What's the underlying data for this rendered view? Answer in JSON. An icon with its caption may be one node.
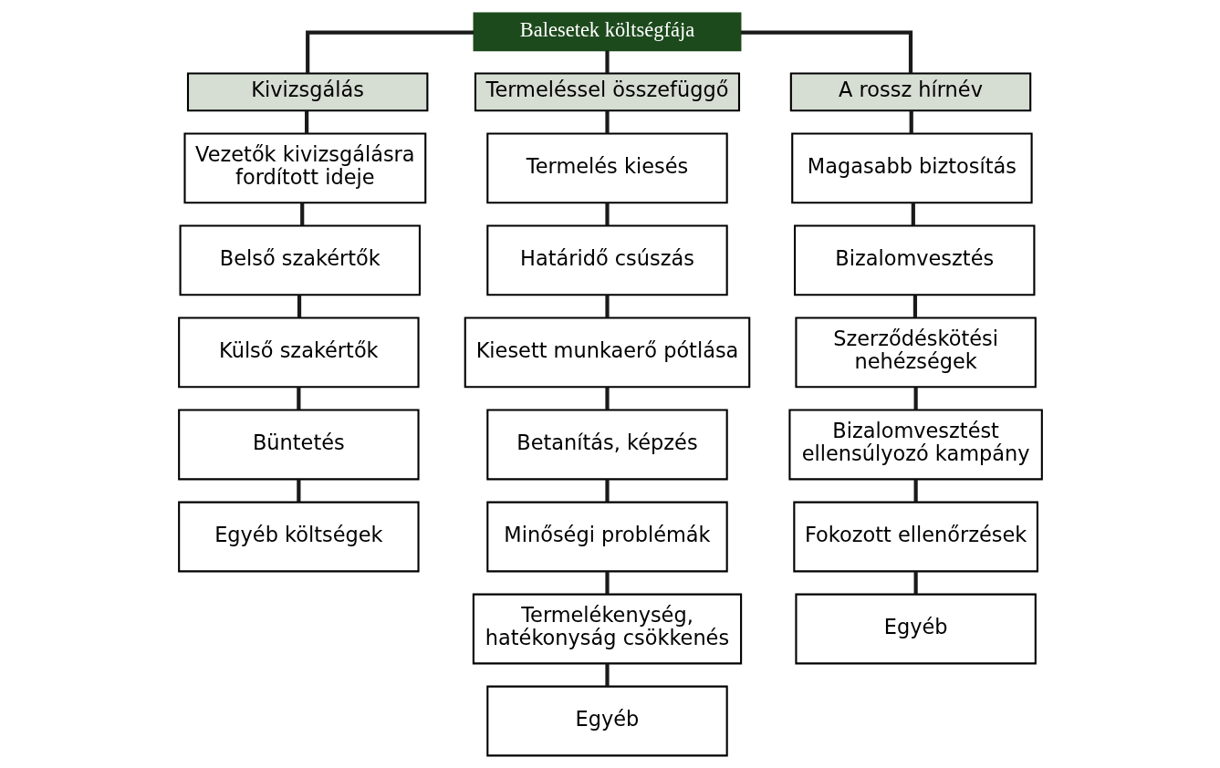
{
  "diagram": {
    "nodes": [
      {
        "text": [
          "Balesetek költségfája"
        ]
      },
      {
        "text": [
          "Kivizsgálás"
        ]
      },
      {
        "text": [
          "Termeléssel összefüggő"
        ]
      },
      {
        "text": [
          "A rossz hírnév"
        ]
      },
      {
        "text": [
          "Vezetők kivizsgálásra fordított ideje"
        ]
      },
      {
        "text": [
          "Belső szakértők"
        ]
      },
      {
        "text": [
          "Külső szakértők"
        ]
      },
      {
        "text": [
          "Büntetés"
        ]
      },
      {
        "text": [
          "Egyéb költségek"
        ]
      },
      {
        "text": [
          "Termelés kiesés"
        ]
      },
      {
        "text": [
          "Határidő csúszás"
        ]
      },
      {
        "text": [
          "Kiesett munkaerő pótlása"
        ]
      },
      {
        "text": [
          "Betanítás, képzés"
        ]
      },
      {
        "text": [
          "Minőségi problémák"
        ]
      },
      {
        "text": [
          "Termelékenység, hatékonyság csökkenés"
        ]
      },
      {
        "text": [
          "Egyéb"
        ]
      },
      {
        "text": [
          "Magasabb biztosítás"
        ]
      },
      {
        "text": [
          "Bizalomvesztés"
        ]
      },
      {
        "text": [
          "Szerződéskötési nehézségek"
        ]
      },
      {
        "text": [
          "Bizalomvesztést ellensúlyozó kampány"
        ]
      },
      {
        "text": [
          "Fokozott ellenőrzések"
        ]
      },
      {
        "text": [
          "Egyéb"
        ]
      }
    ],
    "edges": [
      {
        "from": 0,
        "to": 1,
        "arrow": "none"
      },
      {
        "from": 0,
        "to": 2,
        "arrow": "none"
      },
      {
        "from": 0,
        "to": 3,
        "arrow": "none"
      },
      {
        "from": 1,
        "to": 4,
        "arrow": "none"
      },
      {
        "from": 4,
        "to": 5,
        "arrow": "none"
      },
      {
        "from": 5,
        "to": 6,
        "arrow": "none"
      },
      {
        "from": 6,
        "to": 7,
        "arrow": "none"
      },
      {
        "from": 7,
        "to": 8,
        "arrow": "none"
      },
      {
        "from": 2,
        "to": 9,
        "arrow": "none"
      },
      {
        "from": 9,
        "to": 10,
        "arrow": "none"
      },
      {
        "from": 10,
        "to": 11,
        "arrow": "none"
      },
      {
        "from": 11,
        "to": 12,
        "arrow": "none"
      },
      {
        "from": 12,
        "to": 13,
        "arrow": "none"
      },
      {
        "from": 13,
        "to": 14,
        "arrow": "none"
      },
      {
        "from": 14,
        "to": 15,
        "arrow": "none"
      },
      {
        "from": 3,
        "to": 16,
        "arrow": "none"
      },
      {
        "from": 16,
        "to": 17,
        "arrow": "none"
      },
      {
        "from": 17,
        "to": 18,
        "arrow": "none"
      },
      {
        "from": 18,
        "to": 19,
        "arrow": "none"
      },
      {
        "from": 19,
        "to": 20,
        "arrow": "none"
      },
      {
        "from": 20,
        "to": 21,
        "arrow": "none"
      }
    ]
  }
}
